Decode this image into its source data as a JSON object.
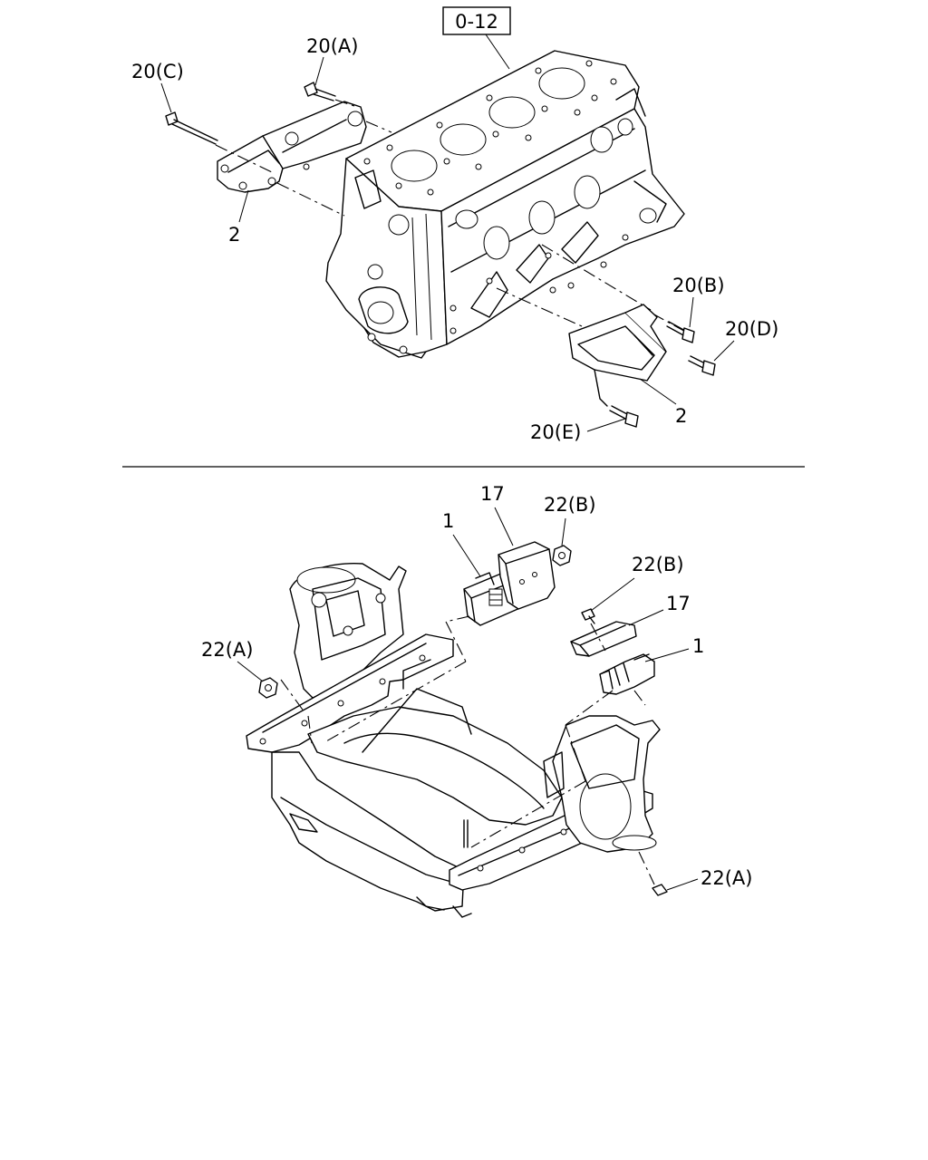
{
  "upper_view": {
    "ref_box": "0-12",
    "callouts": {
      "bolt_a": "20(A)",
      "bolt_c": "20(C)",
      "bracket_left": "2",
      "bolt_b": "20(B)",
      "bolt_d": "20(D)",
      "bolt_e": "20(E)",
      "bracket_right": "2"
    }
  },
  "lower_view": {
    "callouts": {
      "mount_left": "1",
      "cover_left": "17",
      "nut_b_left": "22(B)",
      "nut_b_right": "22(B)",
      "cover_right": "17",
      "mount_right": "1",
      "nut_a_left": "22(A)",
      "nut_a_right": "22(A)"
    }
  }
}
